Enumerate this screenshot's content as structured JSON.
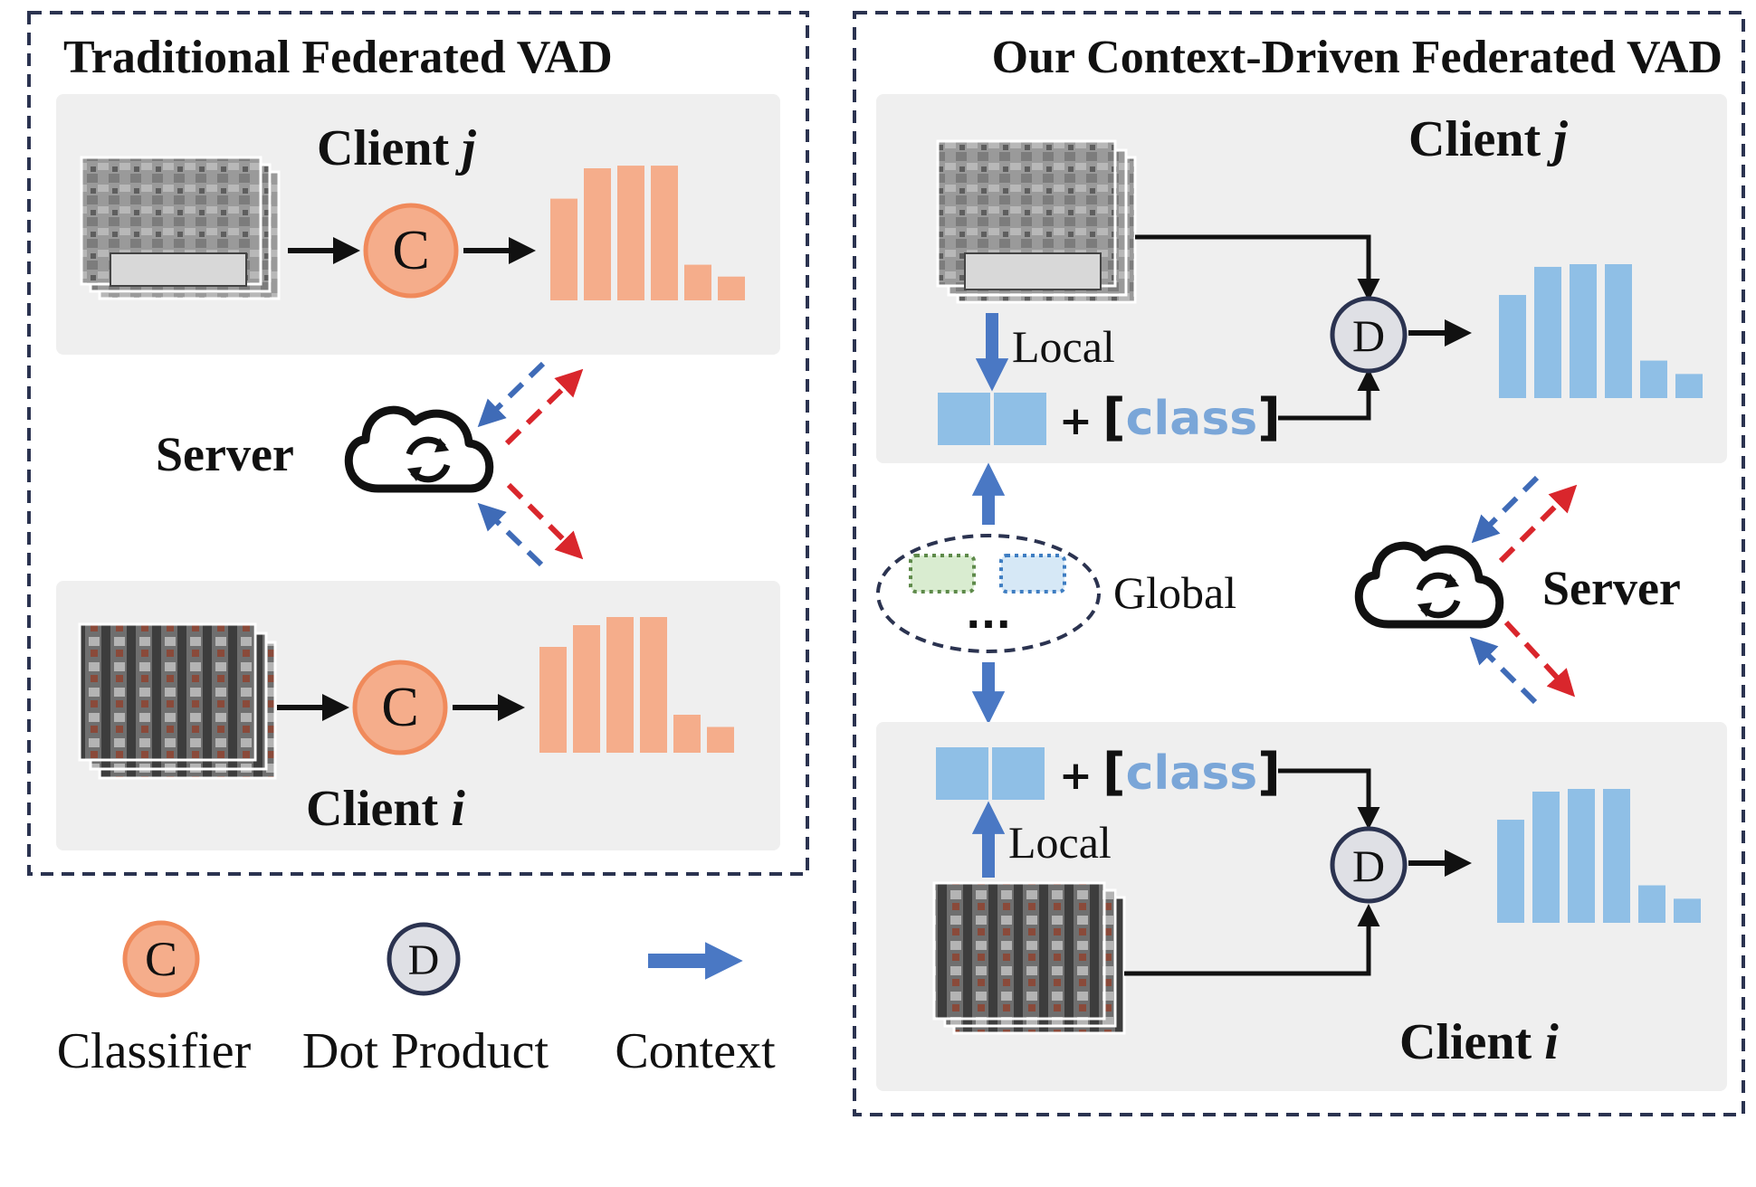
{
  "left_panel": {
    "title": "Traditional Federated VAD",
    "client_top": {
      "name": "Client ",
      "index": "j",
      "module": "C",
      "scores": [
        0.77,
        1.0,
        1.02,
        1.02,
        0.27,
        0.18
      ]
    },
    "server_label": "Server",
    "client_bottom": {
      "name": "Client ",
      "index": "i",
      "module": "C",
      "scores": [
        0.78,
        0.94,
        1.0,
        1.0,
        0.28,
        0.19
      ]
    }
  },
  "right_panel": {
    "title": "Our Context-Driven Federated VAD",
    "client_top": {
      "name": "Client ",
      "index": "j",
      "local_label": "Local",
      "plus": "+",
      "bracket_open": "[",
      "class_word": "class",
      "bracket_close": "]",
      "module": "D",
      "scores": [
        0.77,
        0.98,
        1.0,
        1.0,
        0.28,
        0.18
      ]
    },
    "global_label": "Global",
    "global_ellipsis": "...",
    "server_label": "Server",
    "client_bottom": {
      "name": "Client ",
      "index": "i",
      "local_label": "Local",
      "plus": "+",
      "bracket_open": "[",
      "class_word": "class",
      "bracket_close": "]",
      "module": "D",
      "scores": [
        0.77,
        0.98,
        1.0,
        1.0,
        0.28,
        0.18
      ]
    }
  },
  "legend": {
    "classifier_symbol": "C",
    "classifier_label": "Classifier",
    "dot_symbol": "D",
    "dot_label": "Dot Product",
    "context_label": "Context"
  },
  "colors": {
    "orange_bar": "#f5ad8b",
    "blue_bar": "#8fbfe6",
    "panel_bg": "#efefef",
    "context_arrow": "#4a78c4",
    "red_dash": "#d9262c",
    "blue_dash": "#3f6bb7"
  }
}
